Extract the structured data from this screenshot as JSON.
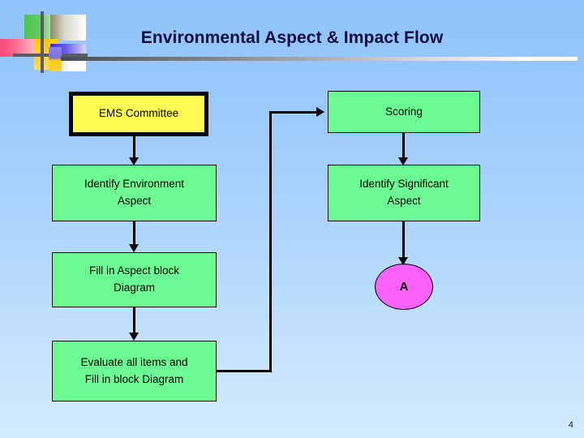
{
  "slide": {
    "title": "Environmental Aspect & Impact Flow",
    "page_number": "4",
    "background_top_color": "#8FC3FB",
    "background_bottom_color": "#D2EAFD",
    "title_color": "#0B1040"
  },
  "logo": {
    "name": "decorative-logo",
    "swatches": [
      "#4CC44C",
      "#FFFFFF",
      "#F6336B",
      "#FFC808",
      "#3B2BD8",
      "#5C5C66"
    ]
  },
  "flow": {
    "nodes": [
      {
        "id": "ems-committee",
        "label_lines": [
          "EMS Committee"
        ],
        "shape": "rectangle",
        "fill": "#FFFB55",
        "border": "#000000",
        "border_width": "thick"
      },
      {
        "id": "scoring",
        "label_lines": [
          "Scoring"
        ],
        "shape": "rectangle",
        "fill": "#6CFB92",
        "border": "#000000",
        "border_width": "thin"
      },
      {
        "id": "identify-environment-aspect",
        "label_lines": [
          "Identify Environment",
          "Aspect"
        ],
        "shape": "rectangle",
        "fill": "#6CFB92",
        "border": "#000000",
        "border_width": "thin"
      },
      {
        "id": "identify-significant-aspect",
        "label_lines": [
          "Identify Significant",
          "Aspect"
        ],
        "shape": "rectangle",
        "fill": "#6CFB92",
        "border": "#000000",
        "border_width": "thin"
      },
      {
        "id": "fill-in-aspect-block-diagram",
        "label_lines": [
          "Fill in Aspect block",
          "Diagram"
        ],
        "shape": "rectangle",
        "fill": "#6CFB92",
        "border": "#000000",
        "border_width": "thin"
      },
      {
        "id": "connector-a",
        "label_lines": [
          "A"
        ],
        "shape": "ellipse",
        "fill": "#FB62FB",
        "border": "#000000",
        "border_width": "thin"
      },
      {
        "id": "evaluate-all-items",
        "label_lines": [
          "Evaluate all items and",
          "Fill in block Diagram"
        ],
        "shape": "rectangle",
        "fill": "#6CFB92",
        "border": "#000000",
        "border_width": "thin"
      }
    ],
    "edges": [
      {
        "from": "ems-committee",
        "to": "identify-environment-aspect",
        "style": "arrow-down"
      },
      {
        "from": "identify-environment-aspect",
        "to": "fill-in-aspect-block-diagram",
        "style": "arrow-down"
      },
      {
        "from": "fill-in-aspect-block-diagram",
        "to": "evaluate-all-items",
        "style": "arrow-down"
      },
      {
        "from": "evaluate-all-items",
        "to": "scoring",
        "style": "elbow-arrow-right"
      },
      {
        "from": "scoring",
        "to": "identify-significant-aspect",
        "style": "arrow-down"
      },
      {
        "from": "identify-significant-aspect",
        "to": "connector-a",
        "style": "arrow-down"
      }
    ]
  }
}
